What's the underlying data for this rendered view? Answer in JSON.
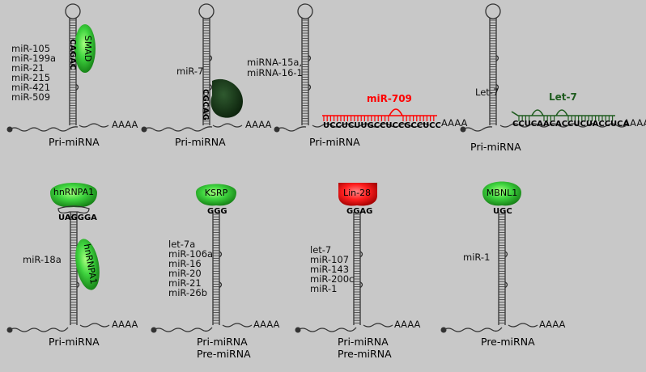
{
  "panels": [
    {
      "id": "p1",
      "caption": [
        "Pri-miRNA"
      ],
      "mirnas": [
        "miR-105",
        "miR-199a",
        "miR-21",
        "miR-215",
        "miR-421",
        "miR-509"
      ],
      "protein": "SMAD",
      "motif": "CAGAC",
      "protein_color": "#3fb83f"
    },
    {
      "id": "p2",
      "caption": [
        "Pri-miRNA"
      ],
      "mirnas": [
        "miR-7"
      ],
      "protein": "",
      "motif": "CGCAG",
      "protein_color": "#1a3a1a"
    },
    {
      "id": "p3",
      "caption": [
        "Pri-miRNA"
      ],
      "mirnas": [
        "miRNA-15a,",
        "miRNA-16-1"
      ],
      "competing_mirna": "miR-709",
      "sequence": "UCCUCUUGCCUCCGCCUCC",
      "color": "#ff0000"
    },
    {
      "id": "p4",
      "caption": [
        "Pri-miRNA"
      ],
      "mirnas": [
        "Let-7"
      ],
      "competing_mirna": "Let-7",
      "sequence": "CCUCAACACCUCUACCUCA",
      "color": "#1f5c1f"
    },
    {
      "id": "p5",
      "caption": [
        "Pri-miRNA"
      ],
      "mirnas": [
        "miR-18a"
      ],
      "protein": "hnRNPA1",
      "protein2": "hnRNPA1",
      "motif": "UAGGGA",
      "protein_color": "#3fb83f"
    },
    {
      "id": "p6",
      "caption": [
        "Pri-miRNA",
        "Pre-miRNA"
      ],
      "mirnas": [
        "let-7a",
        "miR-106a",
        "miR-16",
        "miR-20",
        "miR-21",
        "miR-26b"
      ],
      "protein": "KSRP",
      "motif": "GGG",
      "protein_color": "#3fb83f"
    },
    {
      "id": "p7",
      "caption": [
        "Pri-miRNA",
        "Pre-miRNA"
      ],
      "mirnas": [
        "let-7",
        "miR-107",
        "miR-143",
        "miR-200c",
        "miR-1"
      ],
      "protein": "Lin-28",
      "motif": "GGAG",
      "protein_color": "#ff1a1a"
    },
    {
      "id": "p8",
      "caption": [
        "Pre-miRNA"
      ],
      "mirnas": [
        "miR-1"
      ],
      "protein": "MBNL1",
      "motif": "UGC",
      "protein_color": "#3fb83f"
    }
  ],
  "tail": "AAAA"
}
